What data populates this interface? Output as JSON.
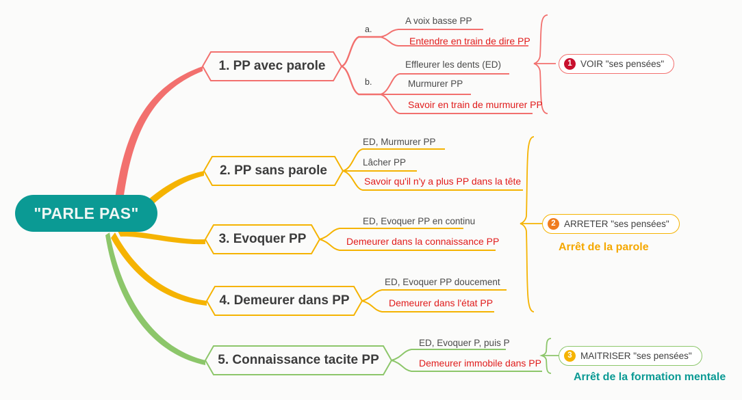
{
  "colors": {
    "background": "#fbfbfa",
    "root_fill": "#0b9a94",
    "root_text": "#eef6f4",
    "branch_red": "#f2706e",
    "branch_orange": "#f5b301",
    "branch_green": "#8cc66a",
    "leaf_gray_text": "#4a4a4a",
    "leaf_red_text": "#e01b1b",
    "badge_1": "#c8102e",
    "badge_2": "#f07c1e",
    "badge_3": "#f5b301",
    "teal_text": "#0b9a94",
    "orange_text": "#f5a800"
  },
  "root": {
    "label": "\"PARLE PAS\""
  },
  "branches": [
    {
      "id": "branch-1",
      "title": "1. PP avec parole",
      "color": "#f2706e",
      "groups": [
        {
          "label": "a.",
          "leaves": [
            {
              "text": "A voix basse PP",
              "style": "gray"
            },
            {
              "text": "Entendre en train de dire PP",
              "style": "red"
            }
          ]
        },
        {
          "label": "b.",
          "leaves": [
            {
              "text": "Effleurer les dents (ED)",
              "style": "gray"
            },
            {
              "text": "Murmurer PP",
              "style": "gray"
            },
            {
              "text": "Savoir en train de murmurer PP",
              "style": "red"
            }
          ]
        }
      ]
    },
    {
      "id": "branch-2",
      "title": "2. PP sans parole",
      "color": "#f5b301",
      "groups": [
        {
          "label": "",
          "leaves": [
            {
              "text": "ED, Murmurer PP",
              "style": "gray"
            },
            {
              "text": "Lâcher PP",
              "style": "gray"
            },
            {
              "text": "Savoir qu'il n'y a plus PP dans la tête",
              "style": "red"
            }
          ]
        }
      ]
    },
    {
      "id": "branch-3",
      "title": "3. Evoquer PP",
      "color": "#f5b301",
      "groups": [
        {
          "label": "",
          "leaves": [
            {
              "text": "ED, Evoquer PP en continu",
              "style": "gray"
            },
            {
              "text": "Demeurer dans la connaissance PP",
              "style": "red"
            }
          ]
        }
      ]
    },
    {
      "id": "branch-4",
      "title": "4. Demeurer dans PP",
      "color": "#f5b301",
      "groups": [
        {
          "label": "",
          "leaves": [
            {
              "text": "ED, Evoquer PP doucement",
              "style": "gray"
            },
            {
              "text": "Demeurer dans l'état PP",
              "style": "red"
            }
          ]
        }
      ]
    },
    {
      "id": "branch-5",
      "title": "5. Connaissance tacite PP",
      "color": "#8cc66a",
      "groups": [
        {
          "label": "",
          "leaves": [
            {
              "text": "ED, Evoquer P, puis P",
              "style": "gray"
            },
            {
              "text": "Demeurer immobile dans PP",
              "style": "red"
            }
          ]
        }
      ]
    }
  ],
  "summaries": [
    {
      "id": "summary-1",
      "number": "1",
      "text": "VOIR \"ses pensées\"",
      "badge_color": "#c8102e",
      "border_color": "#f2706e",
      "conclusion": "",
      "conclusion_color": ""
    },
    {
      "id": "summary-2",
      "number": "2",
      "text": "ARRETER \"ses pensées\"",
      "badge_color": "#f07c1e",
      "border_color": "#f5b301",
      "conclusion": "Arrêt de la parole",
      "conclusion_color": "#f5a800"
    },
    {
      "id": "summary-3",
      "number": "3",
      "text": "MAITRISER \"ses pensées\"",
      "badge_color": "#f5b301",
      "border_color": "#8cc66a",
      "conclusion": "Arrêt de la formation mentale",
      "conclusion_color": "#0b9a94"
    }
  ]
}
